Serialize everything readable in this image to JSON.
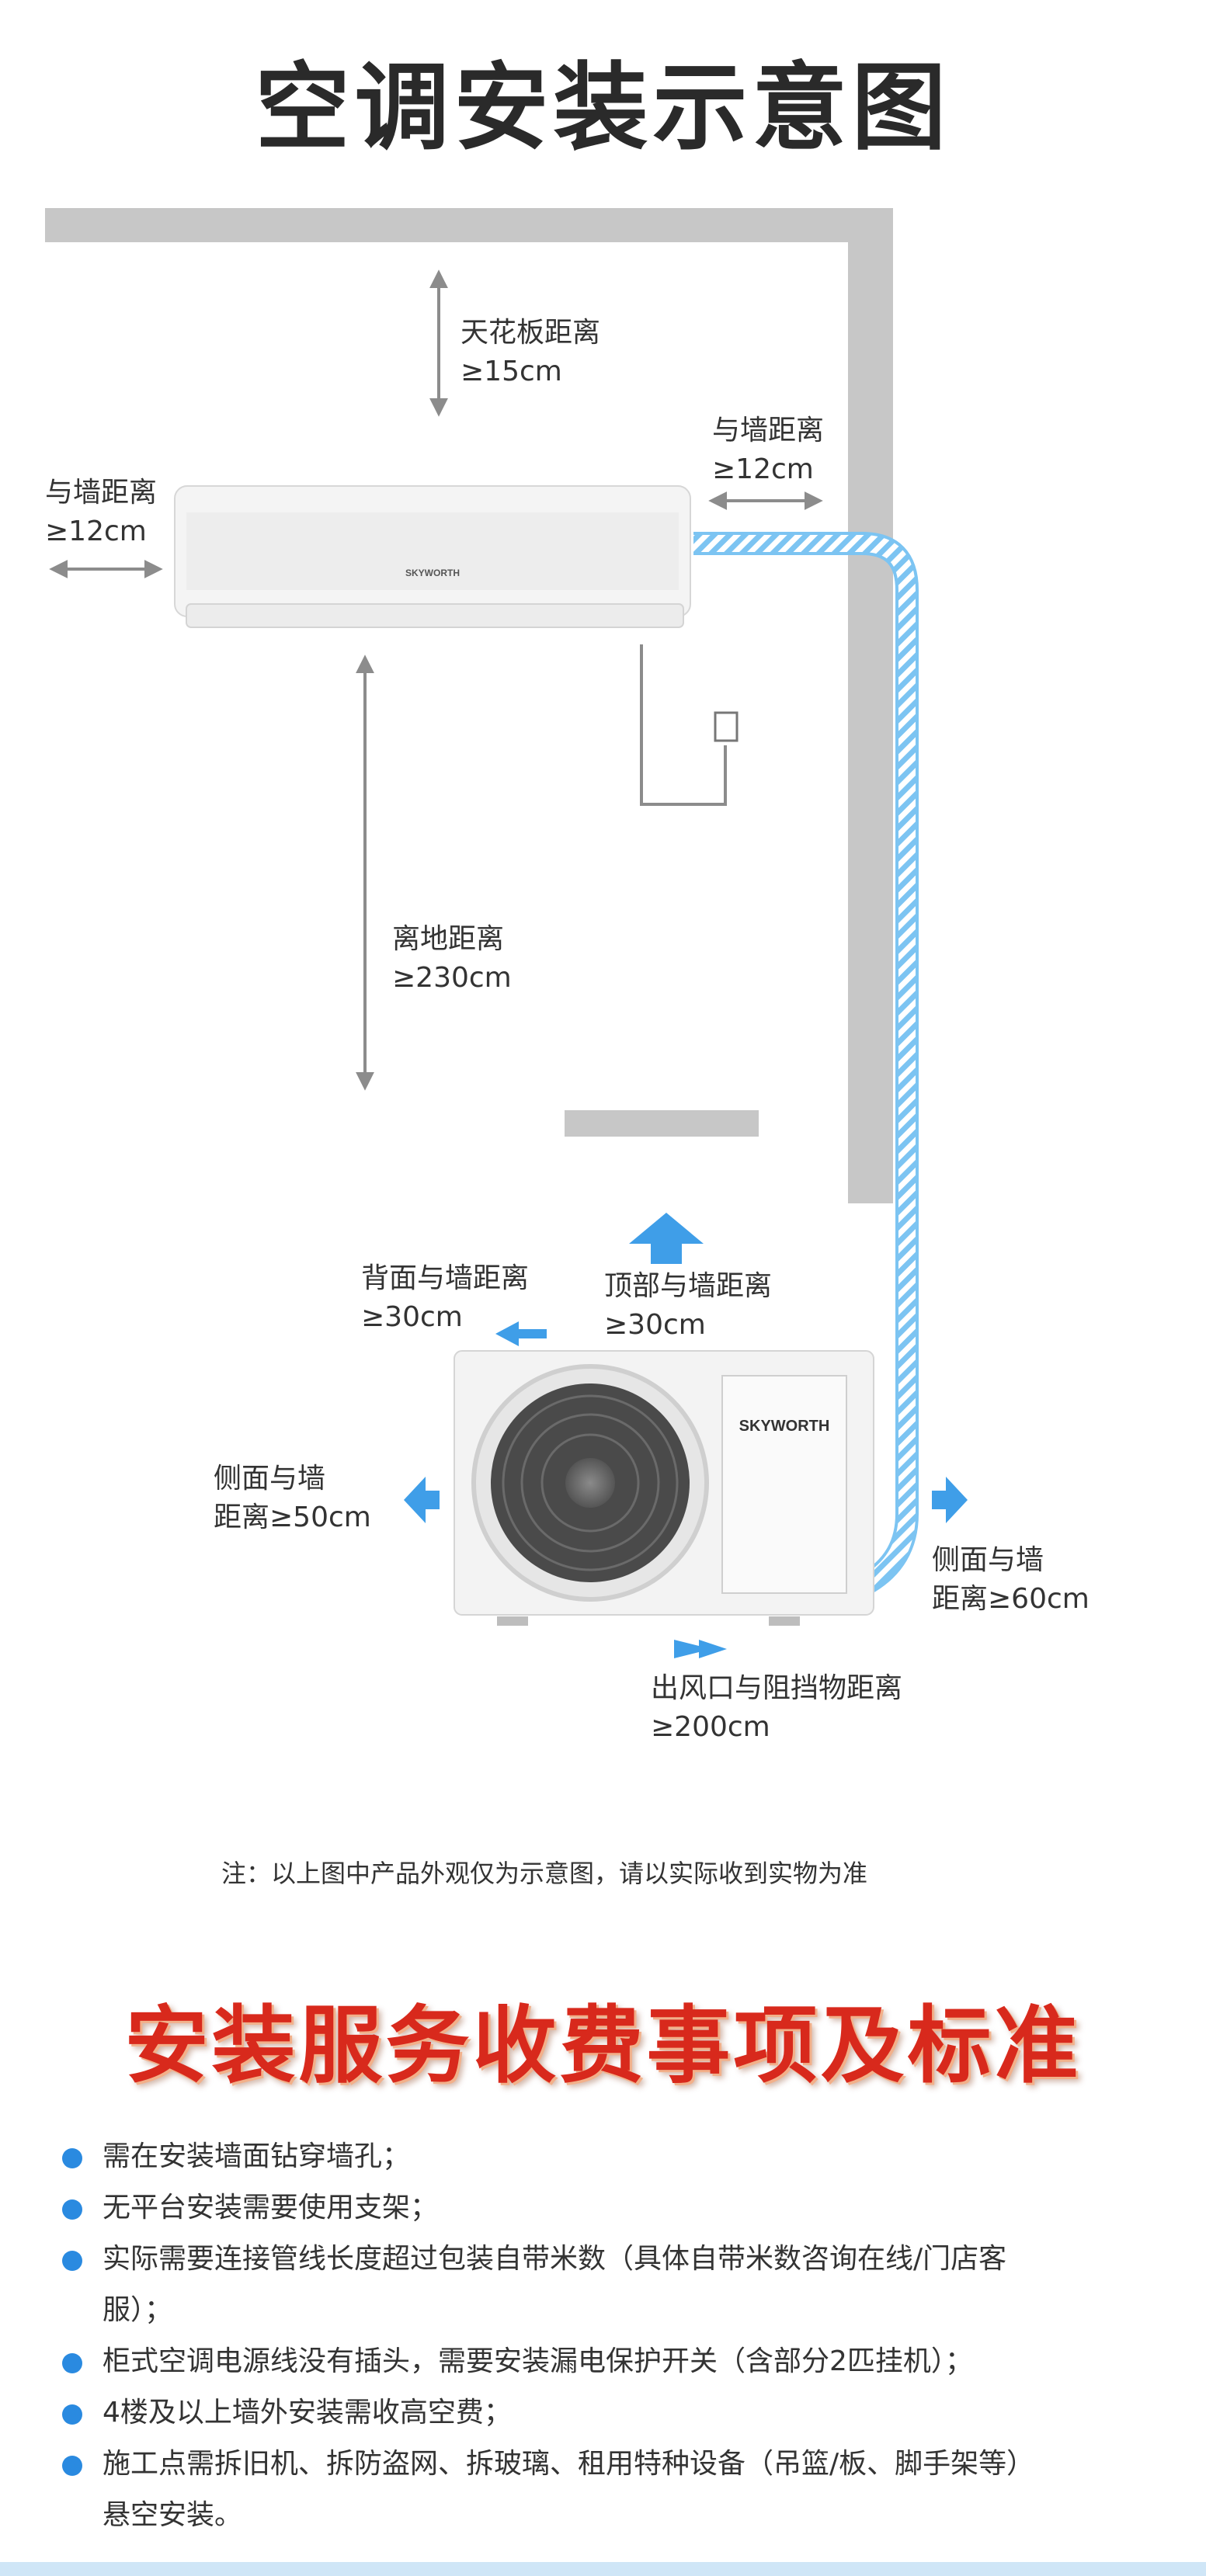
{
  "title": "空调安装示意图",
  "brand": "SKYWORTH",
  "labels": {
    "ceiling": [
      "天花板距离",
      "≥15cm"
    ],
    "left_wall": [
      "与墙距离",
      "≥12cm"
    ],
    "right_wall": [
      "与墙距离",
      "≥12cm"
    ],
    "floor": [
      "离地距离",
      "≥230cm"
    ],
    "outdoor_back": [
      "背面与墙距离",
      "≥30cm"
    ],
    "outdoor_top": [
      "顶部与墙距离",
      "≥30cm"
    ],
    "outdoor_left": [
      "侧面与墙",
      "距离≥50cm"
    ],
    "outdoor_right": [
      "侧面与墙",
      "距离≥60cm"
    ],
    "outdoor_front": [
      "出风口与阻挡物距离",
      "≥200cm"
    ]
  },
  "note": "注：以上图中产品外观仅为示意图，请以实际收到实物为准",
  "fees_heading": "安装服务收费事项及标准",
  "fee_items": [
    [
      "需在安装墙面钻穿墙孔；"
    ],
    [
      "无平台安装需要使用支架；"
    ],
    [
      "实际需要连接管线长度超过包装自带米数（具体自带米数咨询在线/门店客",
      "服）；"
    ],
    [
      "柜式空调电源线没有插头，需要安装漏电保护开关（含部分2匹挂机）；"
    ],
    [
      "4楼及以上墙外安装需收高空费；"
    ],
    [
      "施工点需拆旧机、拆防盗网、拆玻璃、租用特种设备（吊篮/板、脚手架等）",
      "悬空安装。"
    ]
  ],
  "colors": {
    "accent_blue": "#2a8ae0",
    "pipe_blue": "#7cc4f2",
    "arrow_blue": "#3f9ee8",
    "heading_red": "#d8291c",
    "wall_gray": "#c7c7c7"
  }
}
